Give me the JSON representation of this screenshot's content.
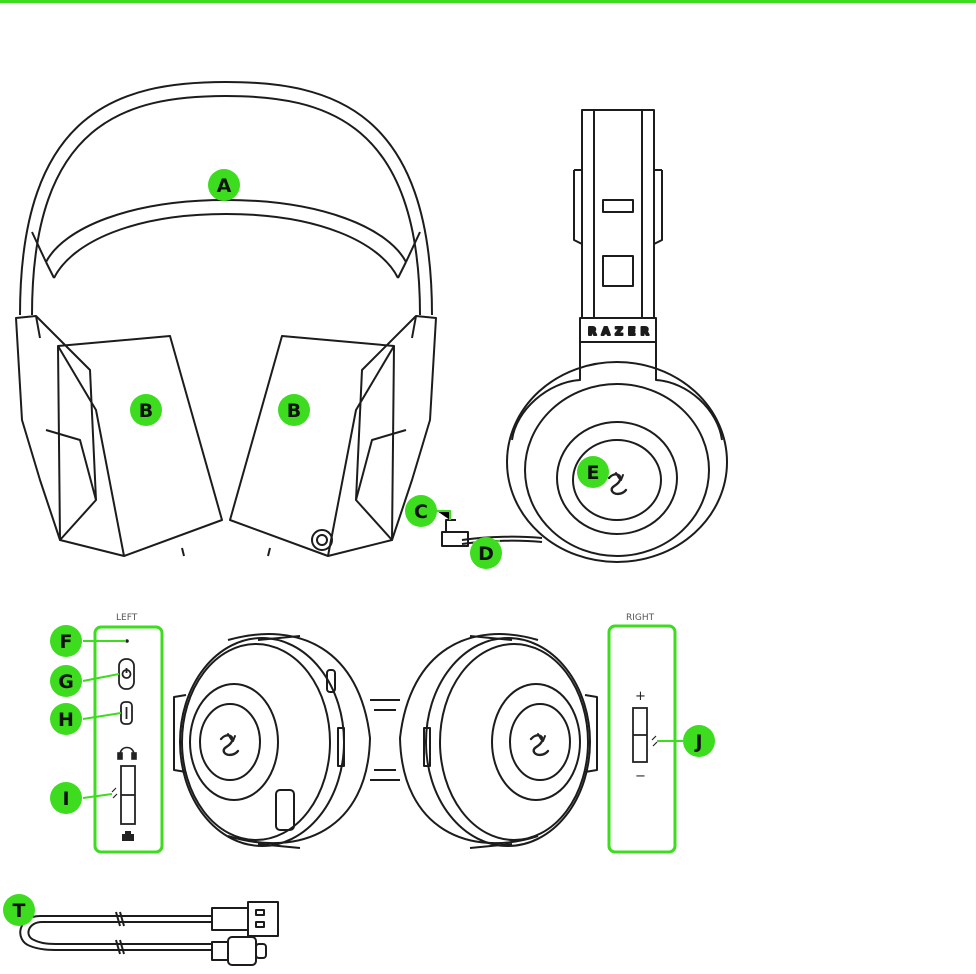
{
  "colors": {
    "accent": "#3ddc1f",
    "outline": "#1c1c1c"
  },
  "brand_text": "RAZER",
  "panels": {
    "left": {
      "title": "LEFT"
    },
    "right": {
      "title": "RIGHT",
      "plus": "+",
      "minus": "−"
    }
  },
  "callouts": {
    "A": "A",
    "B": "B",
    "C": "C",
    "D": "D",
    "E": "E",
    "F": "F",
    "G": "G",
    "H": "H",
    "I": "I",
    "J": "J",
    "T": "T"
  }
}
